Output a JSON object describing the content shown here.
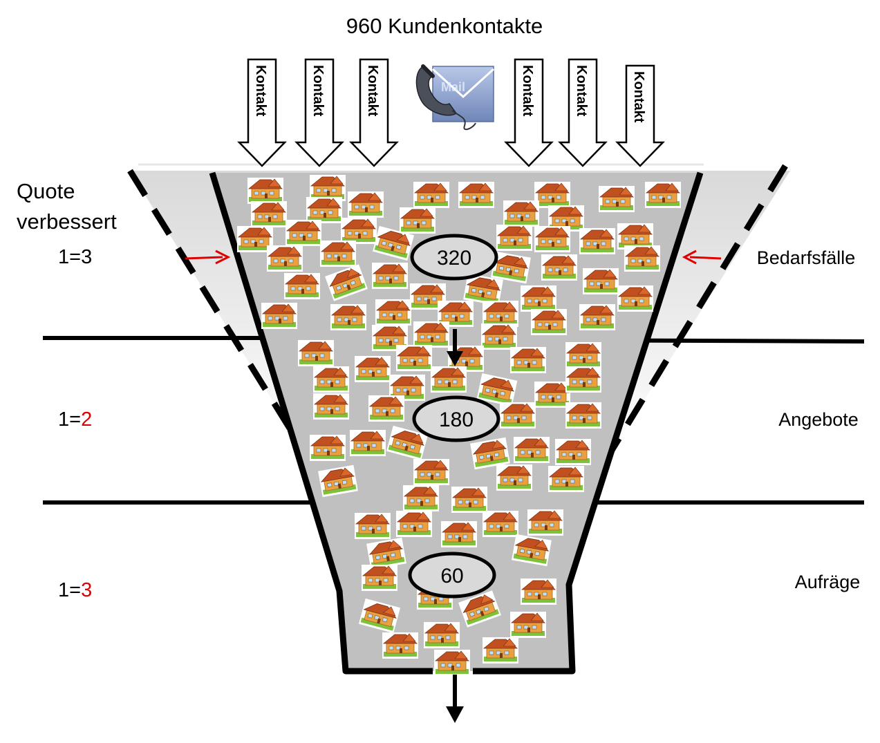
{
  "title": "960 Kundenkontakte",
  "arrow_label": "Kontakt",
  "arrow_count": 6,
  "mail_icon_text": "Mail",
  "quote_label": [
    "Quote",
    "verbessert"
  ],
  "stages": [
    {
      "label": "Bedarfsfälle",
      "count": "320",
      "ratio_left": "1=",
      "ratio_right": "3",
      "ratio_highlight": false
    },
    {
      "label": "Angebote",
      "count": "180",
      "ratio_left": "1=",
      "ratio_right": "2",
      "ratio_highlight": true
    },
    {
      "label": "Aufräge",
      "count": "60",
      "ratio_left": "1=",
      "ratio_right": "3",
      "ratio_highlight": true
    }
  ],
  "colors": {
    "funnel_fill": "#c0c0c0",
    "funnel_outline": "#000000",
    "highlight": "#e00000",
    "outer_funnel": "#e8e8e8",
    "house_roof": "#c0501f",
    "house_wall": "#e8a040",
    "grass": "#7cc23a"
  }
}
